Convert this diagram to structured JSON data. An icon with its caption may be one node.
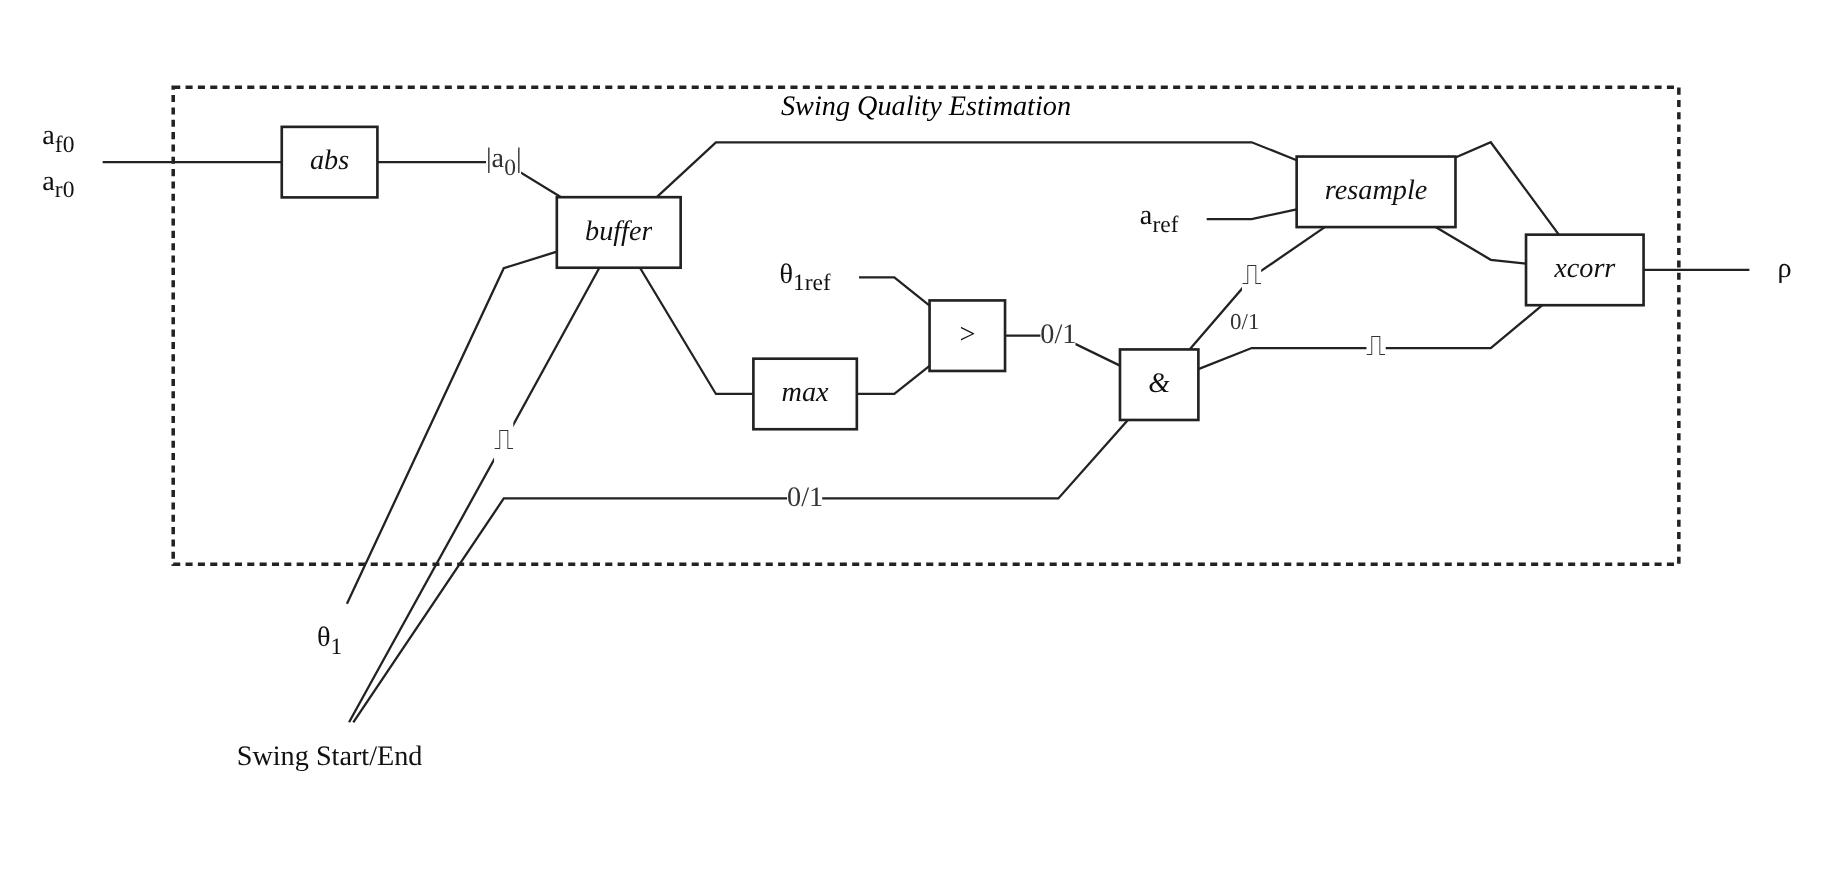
{
  "diagram": {
    "nodes": [
      {
        "text": [
          "Swing Quality Estimation"
        ]
      },
      {
        "text": [
          "abs"
        ],
        "in": 0
      },
      {
        "text": [
          "buffer"
        ],
        "in": 0
      },
      {
        "text": [
          "resample"
        ],
        "in": 0
      },
      {
        "text": [
          "xcorr"
        ],
        "in": 0
      },
      {
        "text": [
          "max"
        ],
        "in": 0
      },
      {
        "text": [
          ">"
        ],
        "in": 0
      },
      {
        "text": [
          "&"
        ],
        "in": 0,
        "beside": [
          "0/1"
        ]
      },
      {
        "text": [
          "a$_{f0}$",
          "a$_{r0}$"
        ]
      },
      {
        "text": [
          "θ$_{1}$"
        ]
      },
      {
        "text": [
          "Swing Start/End"
        ]
      },
      {
        "text": [
          "a$_{ref}$"
        ],
        "in": 0
      },
      {
        "text": [
          "θ$_{1ref}$"
        ],
        "in": 0
      },
      {
        "text": [
          "ρ"
        ]
      }
    ],
    "edges": [
      {
        "from": 8,
        "to": 1,
        "arrow": "none"
      },
      {
        "from": 1,
        "to": 2,
        "label": "|a$_{0}$|",
        "arrow": "none"
      },
      {
        "from": 9,
        "to": 2,
        "arrow": "none"
      },
      {
        "from": 10,
        "to": 2,
        "label": "⎍",
        "arrow": "none"
      },
      {
        "from": 10,
        "to": 7,
        "label": "0/1",
        "arrow": "none"
      },
      {
        "from": 11,
        "to": 3,
        "arrow": "none"
      },
      {
        "from": 2,
        "to": 3,
        "arrow": "none"
      },
      {
        "from": 2,
        "to": 5,
        "arrow": "none"
      },
      {
        "from": 3,
        "to": 4,
        "arrow": "none"
      },
      {
        "from": 3,
        "to": 4,
        "arrow": "none"
      },
      {
        "from": 4,
        "to": 13,
        "arrow": "none"
      },
      {
        "from": 5,
        "to": 6,
        "arrow": "none"
      },
      {
        "from": 12,
        "to": 6,
        "arrow": "none"
      },
      {
        "from": 6,
        "to": 7,
        "label": "0/1",
        "arrow": "none"
      },
      {
        "from": 7,
        "to": 3,
        "label": "⎍",
        "arrow": "none"
      },
      {
        "from": 7,
        "to": 4,
        "label": "⎍",
        "arrow": "none"
      }
    ]
  }
}
